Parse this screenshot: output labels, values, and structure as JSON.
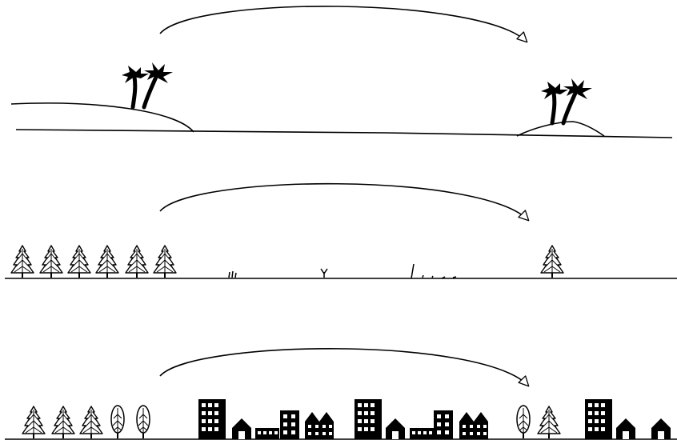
{
  "diagram": {
    "panels": [
      {
        "scenario": "island",
        "arrow": {
          "from": "mainland-forest",
          "to": "island"
        },
        "elements": [
          {
            "kind": "mainland"
          },
          {
            "kind": "palm-tree-pair",
            "location": "mainland"
          },
          {
            "kind": "island"
          },
          {
            "kind": "palm-tree-pair",
            "location": "island"
          }
        ]
      },
      {
        "scenario": "habitat-fragment-in-grassland",
        "arrow": {
          "from": "forest",
          "to": "isolated-tree"
        },
        "elements": [
          {
            "kind": "conifer-tree",
            "count": 6,
            "group": "forest"
          },
          {
            "kind": "grass-tufts",
            "count": 5
          },
          {
            "kind": "conifer-tree",
            "count": 1,
            "group": "isolated"
          }
        ]
      },
      {
        "scenario": "habitat-fragment-in-city",
        "arrow": {
          "from": "forest",
          "to": "urban-park"
        },
        "elements": [
          {
            "kind": "conifer-tree",
            "count": 3,
            "group": "forest"
          },
          {
            "kind": "oval-tree",
            "count": 2,
            "group": "forest"
          },
          {
            "kind": "building",
            "count": 15,
            "group": "city"
          },
          {
            "kind": "oval-tree",
            "count": 1,
            "group": "urban-park"
          },
          {
            "kind": "conifer-tree",
            "count": 1,
            "group": "urban-park"
          }
        ]
      }
    ],
    "colors": {
      "ink": "#000000",
      "background": "#ffffff"
    }
  }
}
